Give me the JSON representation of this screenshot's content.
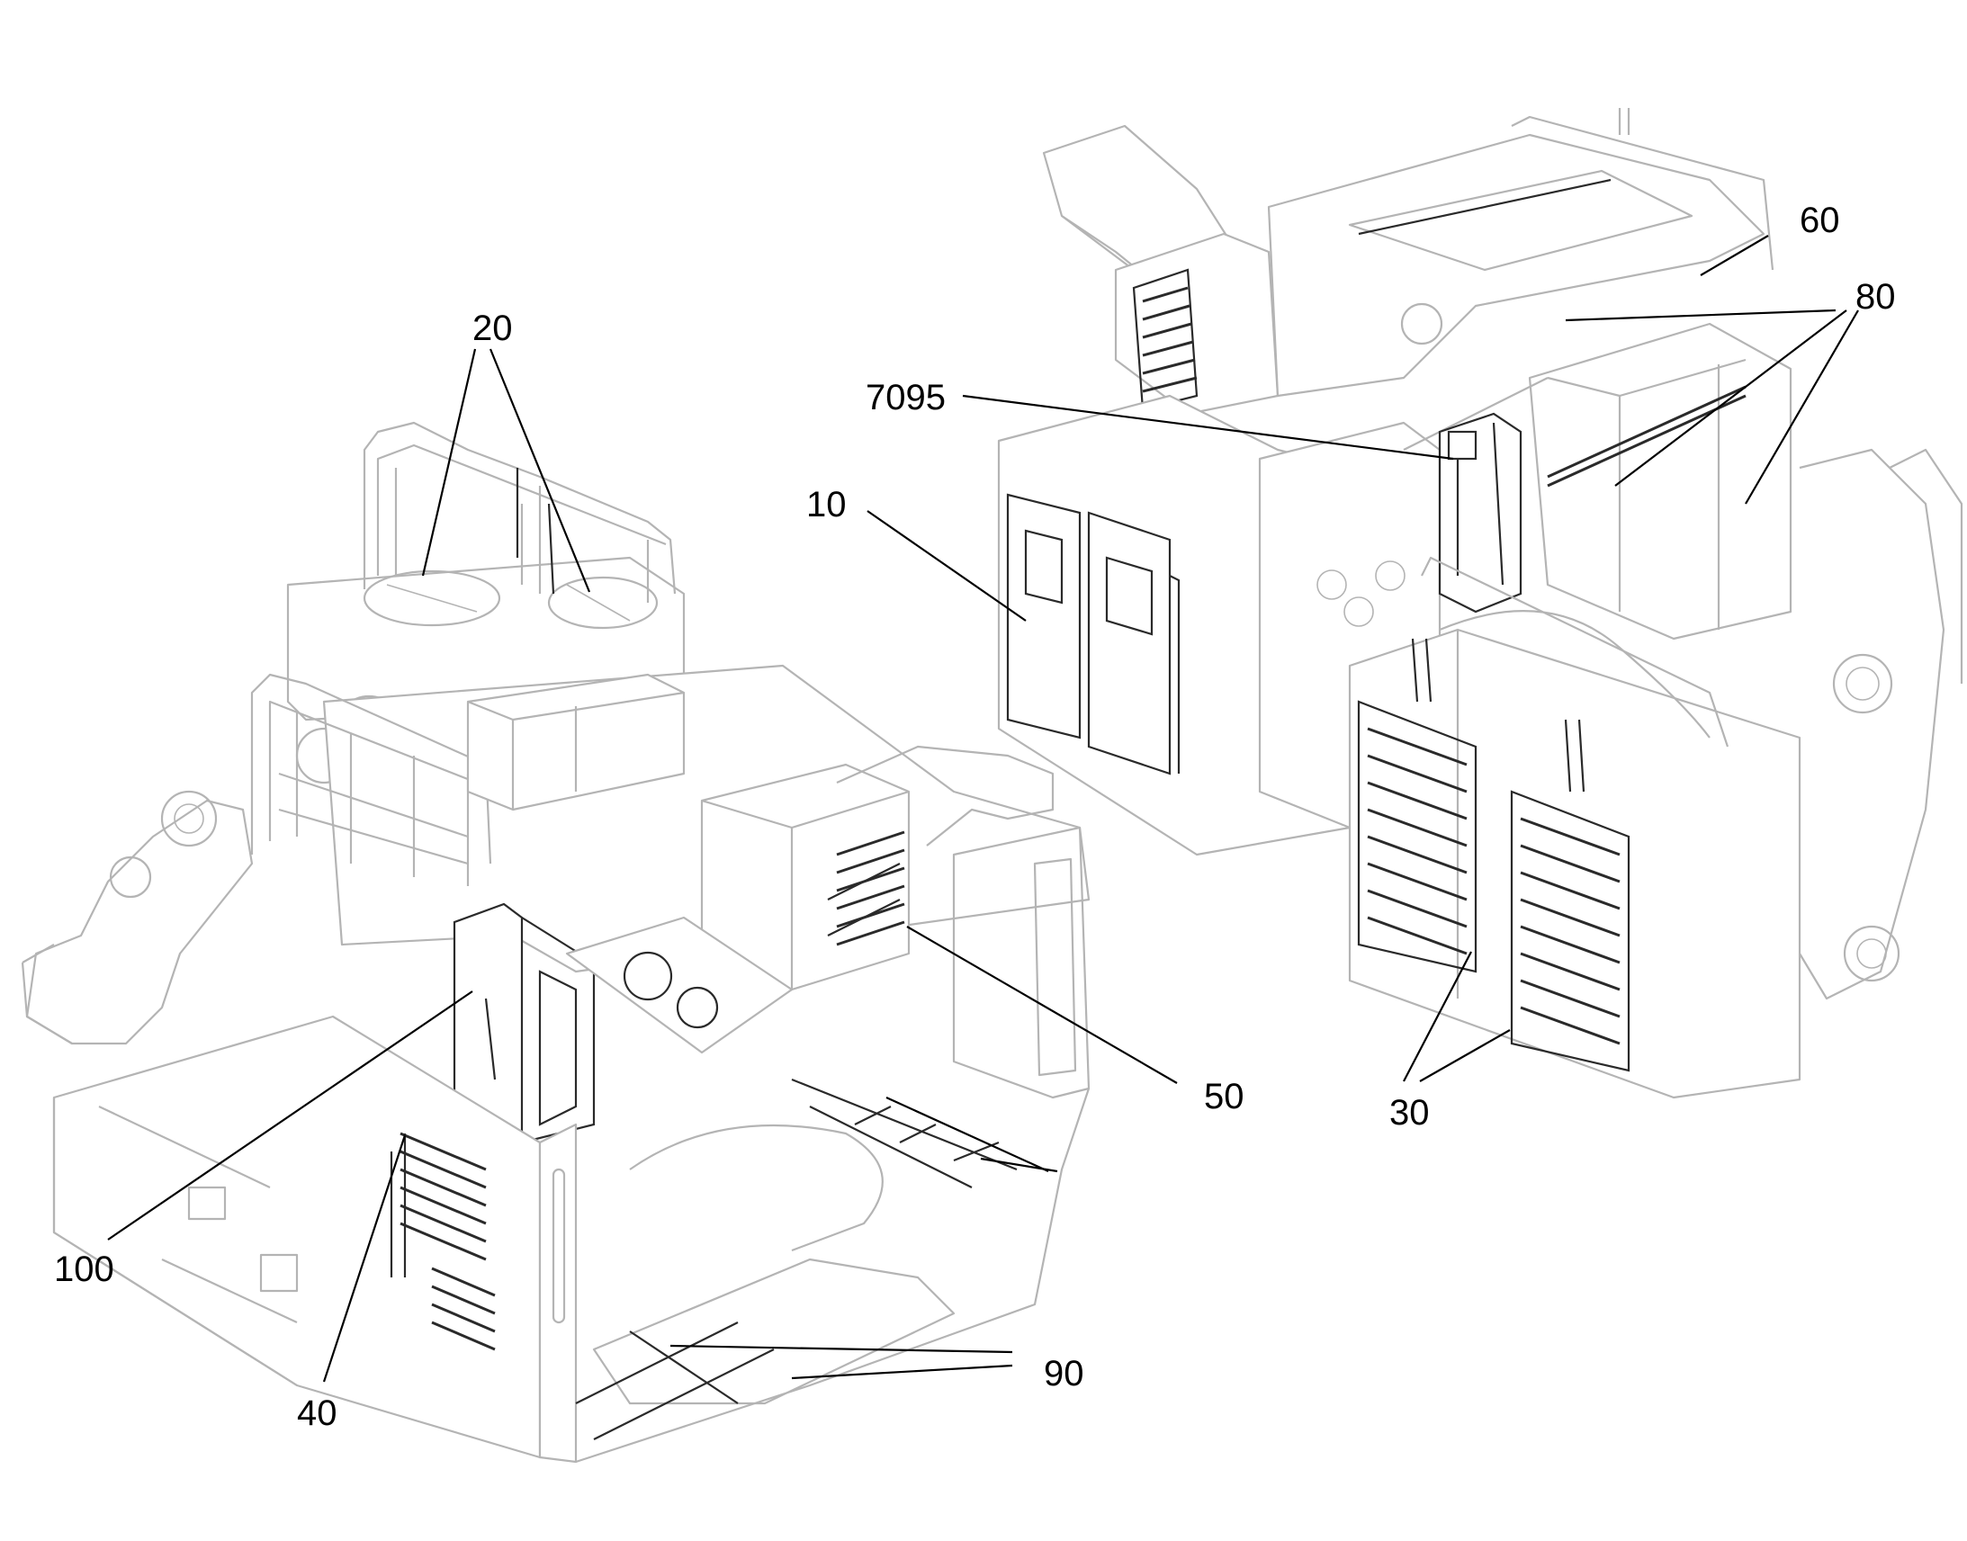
{
  "callouts": [
    {
      "id": "20",
      "text": "20"
    },
    {
      "id": "60",
      "text": "60"
    },
    {
      "id": "80",
      "text": "80"
    },
    {
      "id": "7095",
      "text": "7095"
    },
    {
      "id": "10",
      "text": "10"
    },
    {
      "id": "50",
      "text": "50"
    },
    {
      "id": "30",
      "text": "30"
    },
    {
      "id": "100",
      "text": "100"
    },
    {
      "id": "40",
      "text": "40"
    },
    {
      "id": "90",
      "text": "90"
    }
  ],
  "colors": {
    "line_art": "#b4b4b4",
    "highlighted_parts": "#2a2a2a",
    "leaders_and_labels": "#000000",
    "background": "#ffffff"
  }
}
